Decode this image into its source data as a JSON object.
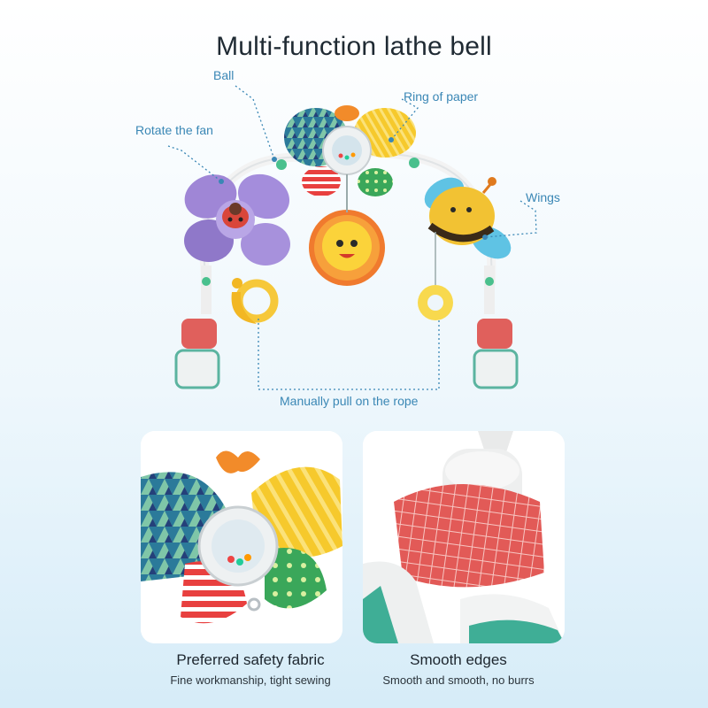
{
  "title": "Multi-function lathe bell",
  "labels": {
    "ball": "Ball",
    "ring_of_paper": "Ring of paper",
    "rotate_the_fan": "Rotate the fan",
    "wings": "Wings",
    "manually_pull": "Manually pull on the rope"
  },
  "features": [
    {
      "title": "Preferred safety fabric",
      "subtitle": "Fine workmanship, tight sewing"
    },
    {
      "title": "Smooth edges",
      "subtitle": "Smooth and smooth, no burrs"
    }
  ],
  "colors": {
    "label_blue": "#3a87b5",
    "title_dark": "#1f2a33"
  }
}
